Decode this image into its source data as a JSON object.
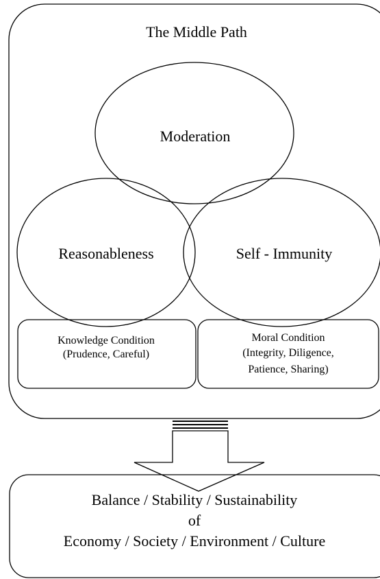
{
  "diagram": {
    "title": "The Middle Path",
    "circles": {
      "top": "Moderation",
      "left": "Reasonableness",
      "right": "Self - Immunity"
    },
    "conditions": {
      "knowledge": [
        "Knowledge Condition",
        "(Prudence, Careful)"
      ],
      "moral": [
        "Moral Condition",
        "(Integrity, Diligence,",
        "Patience, Sharing)"
      ]
    },
    "outcome": [
      "Balance / Stability / Sustainability",
      "of",
      "Economy / Society / Environment / Culture"
    ]
  }
}
